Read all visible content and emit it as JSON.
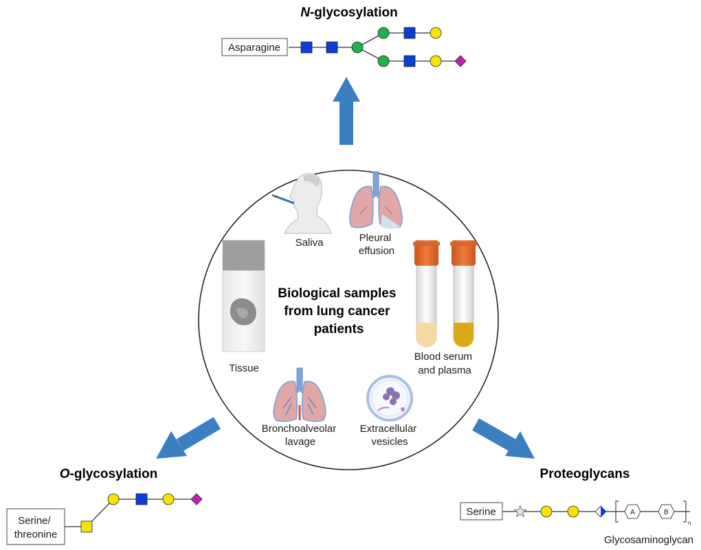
{
  "sections": {
    "n_glycosylation": {
      "italic_prefix": "N",
      "rest": "-glycosylation",
      "anchor_label": "Asparagine"
    },
    "o_glycosylation": {
      "italic_prefix": "O",
      "rest": "-glycosylation",
      "anchor_label_line1": "Serine/",
      "anchor_label_line2": "threonine"
    },
    "proteoglycans": {
      "title": "Proteoglycans",
      "anchor_label": "Serine",
      "unit_a": "A",
      "unit_b": "B",
      "repeat_subscript": "n",
      "gag_label": "Glycosaminoglycan"
    }
  },
  "center": {
    "title_line1": "Biological samples",
    "title_line2": "from lung cancer",
    "title_line3": "patients"
  },
  "samples": {
    "saliva": "Saliva",
    "pleural_line1": "Pleural",
    "pleural_line2": "effusion",
    "tissue": "Tissue",
    "blood_line1": "Blood serum",
    "blood_line2": "and plasma",
    "bal_line1": "Bronchoalveolar",
    "bal_line2": "lavage",
    "ev_line1": "Extracellular",
    "ev_line2": "vesicles"
  },
  "colors": {
    "arrow": "#3a7fc1",
    "glcnac_blue": "#0a3fd6",
    "mannose_green": "#1bb34a",
    "galactose_yellow": "#f5e400",
    "sialic_magenta": "#c21fb0",
    "xylose_star": "#f4e3d0"
  }
}
